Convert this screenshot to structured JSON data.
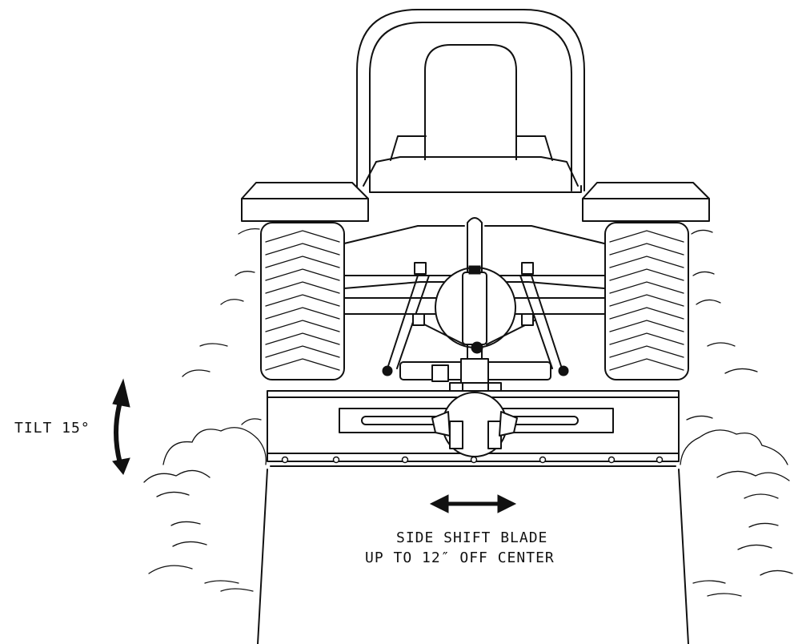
{
  "labels": {
    "tilt": "TILT 15°",
    "side_shift_line1": "SIDE SHIFT BLADE",
    "side_shift_line2": "UP TO 12″ OFF CENTER"
  },
  "colors": {
    "ink": "#111111",
    "background": "#ffffff"
  },
  "icons": [
    "curved-double-arrow-icon",
    "horizontal-double-arrow-icon"
  ]
}
